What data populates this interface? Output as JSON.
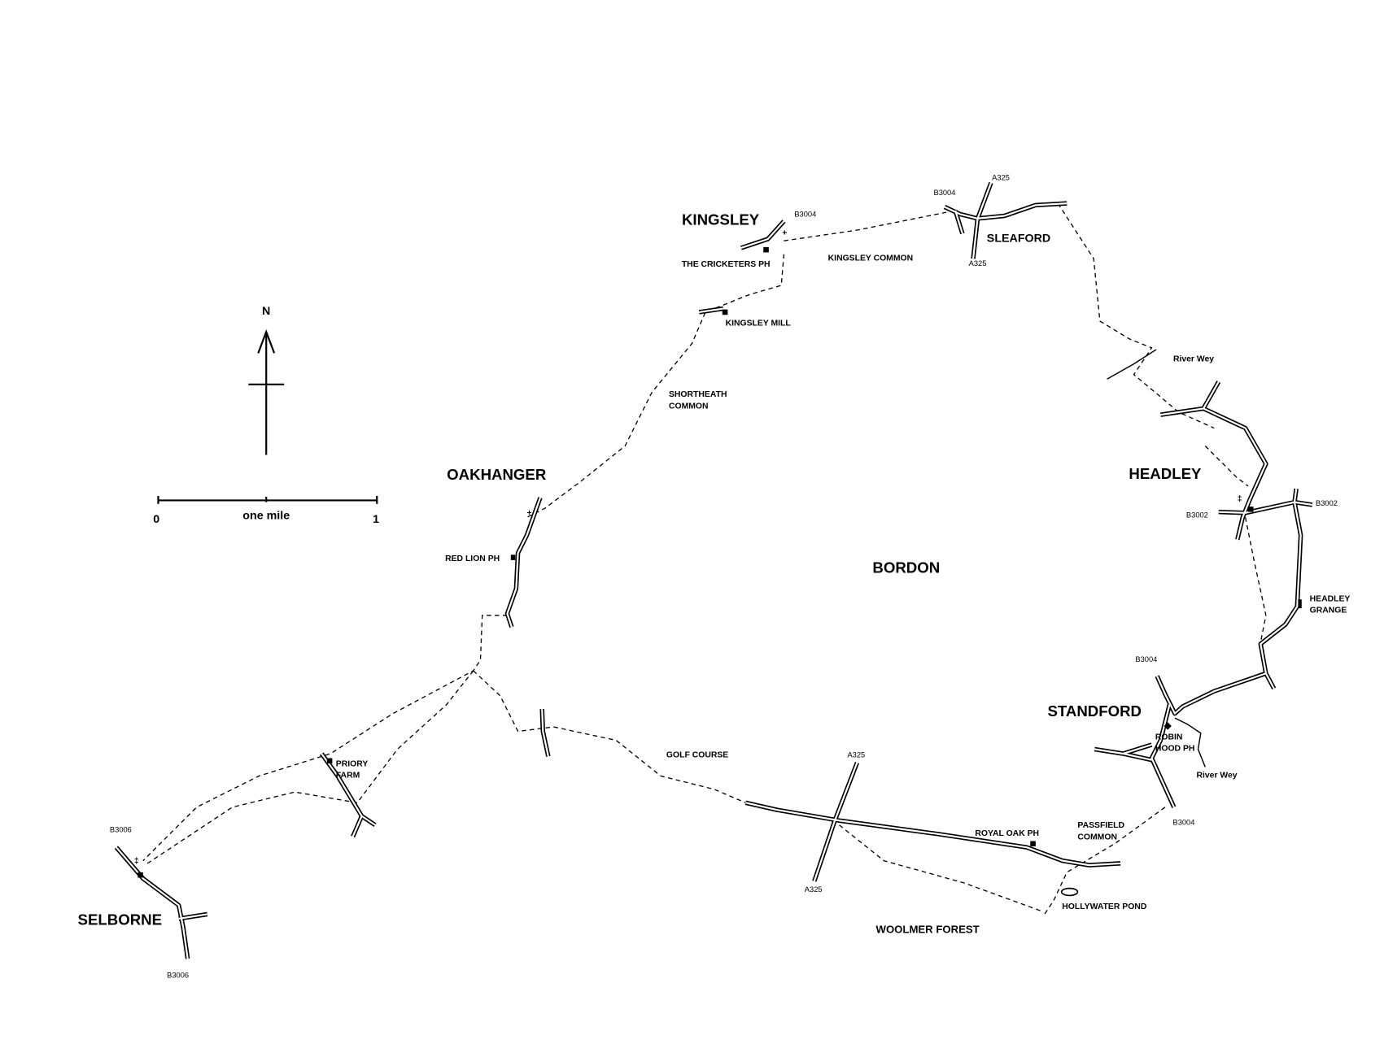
{
  "compass": {
    "north_label": "N"
  },
  "scale_bar": {
    "start": "0",
    "label": "one mile",
    "end": "1"
  },
  "places": {
    "kingsley": "KINGSLEY",
    "oakhanger": "OAKHANGER",
    "headley": "HEADLEY",
    "bordon": "BORDON",
    "standford": "STANDFORD",
    "selborne": "SELBORNE",
    "sleaford": "SLEAFORD"
  },
  "features": {
    "cricketers": "THE CRICKETERS PH",
    "kingsley_common": "KINGSLEY COMMON",
    "kingsley_mill": "KINGSLEY MILL",
    "shortheath": [
      "SHORTHEATH",
      "COMMON"
    ],
    "river_wey_north": "River Wey",
    "river_wey_south": "River Wey",
    "red_lion": "RED LION PH",
    "headley_grange": [
      "HEADLEY",
      "GRANGE"
    ],
    "robin_hood": [
      "ROBIN",
      "HOOD PH"
    ],
    "golf_course": "GOLF COURSE",
    "priory_farm": [
      "PRIORY",
      "FARM"
    ],
    "passfield": [
      "PASSFIELD",
      "COMMON"
    ],
    "royal_oak": "ROYAL OAK PH",
    "hollywater": "HOLLYWATER POND",
    "woolmer": "WOOLMER FOREST"
  },
  "road_labels": {
    "b3004_kingsley": "B3004",
    "b3004_sleaford": "B3004",
    "a325_sleaford_n": "A325",
    "a325_sleaford_s": "A325",
    "b3002_w": "B3002",
    "b3002_e": "B3002",
    "b3004_standford_n": "B3004",
    "b3004_standford_s": "B3004",
    "a325_south_n": "A325",
    "a325_south_s": "A325",
    "b3006_n": "B3006",
    "b3006_s": "B3006"
  }
}
